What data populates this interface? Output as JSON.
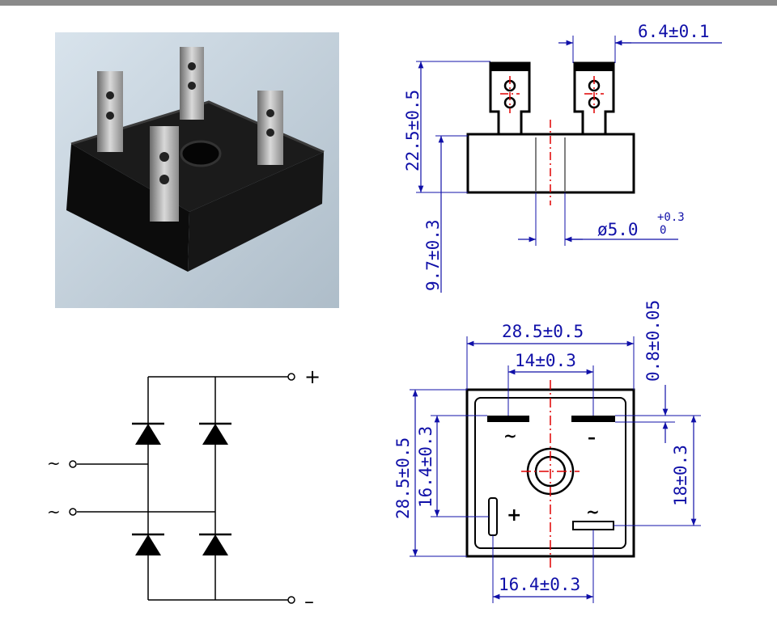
{
  "dimensions": {
    "terminal_pitch": "6.4±0.1",
    "height": "22.5±0.5",
    "lead_length": "9.7±0.3",
    "hole_diameter": "ø5.0",
    "hole_tol_upper": "+0.3",
    "hole_tol_lower": "0",
    "body_width": "28.5±0.5",
    "inner_pitch": "14±0.3",
    "body_height": "28.5±0.5",
    "vertical_pitch": "16.4±0.3",
    "terminal_thickness": "0.8±0.05",
    "terminal_offset": "18±0.3",
    "bottom_pitch": "16.4±0.3"
  },
  "pin_marks": {
    "plus": "+",
    "minus": "–",
    "ac1": "~",
    "ac2": "~"
  },
  "circuit": {
    "plus": "+",
    "minus": "–",
    "ac_in_1": "~",
    "ac_in_2": "~"
  },
  "colors": {
    "dimension": "#1010a8",
    "centerline": "#e00000",
    "ink": "#000000",
    "topbar": "#8a8a8a"
  }
}
